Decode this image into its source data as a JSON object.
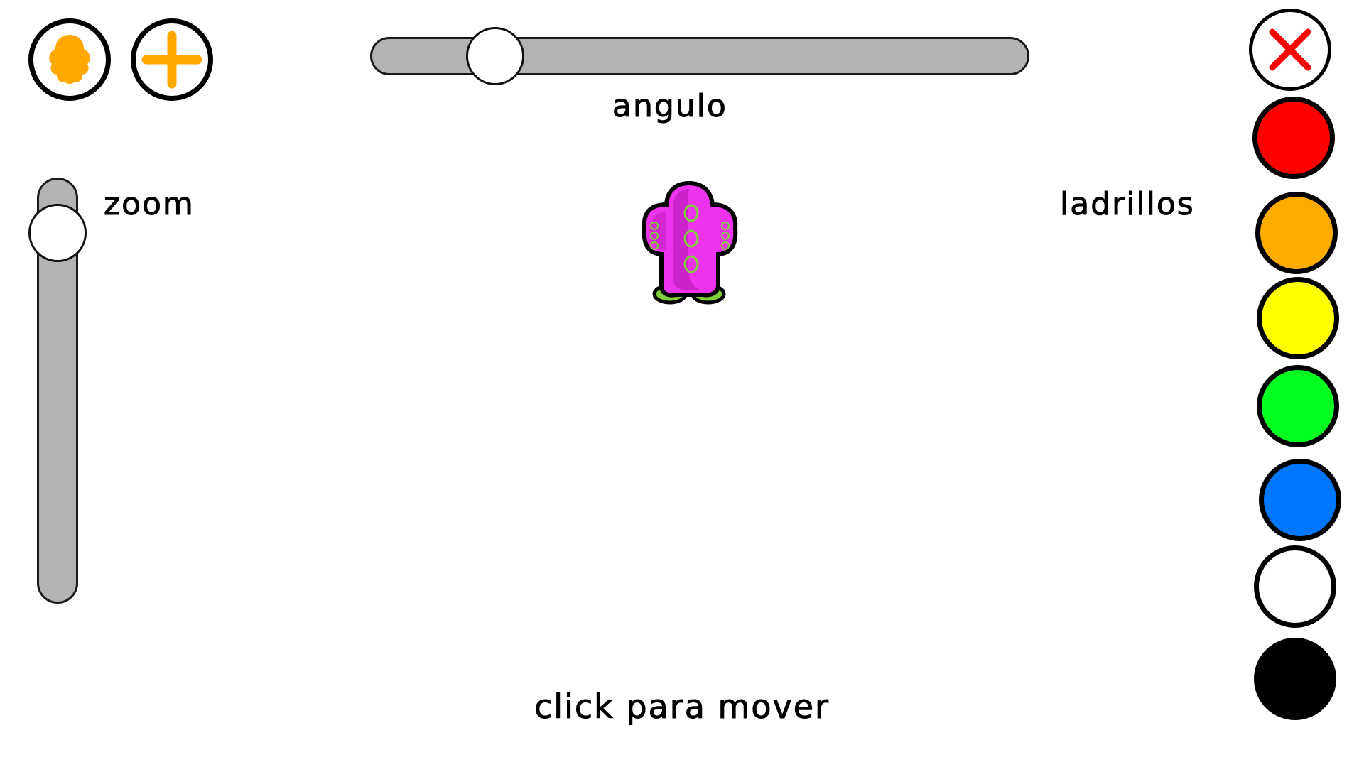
{
  "toolbar": {
    "character_button_icon": "blob-character-icon",
    "add_button_icon": "plus-icon",
    "accent_color": "#ffa800"
  },
  "angle_slider": {
    "label": "angulo",
    "value": 0.19
  },
  "zoom_slider": {
    "label": "zoom",
    "value": 0.1
  },
  "bricks": {
    "label": "ladrillos",
    "close_icon": "close-x-icon",
    "colors": [
      "#ff0000",
      "#ffac00",
      "#ffff00",
      "#00ff21",
      "#0077ff",
      "#ffffff",
      "#000000"
    ]
  },
  "hint": "click para mover",
  "character": {
    "body_color": "#ee33ee",
    "accent_color": "#7fd13b"
  }
}
